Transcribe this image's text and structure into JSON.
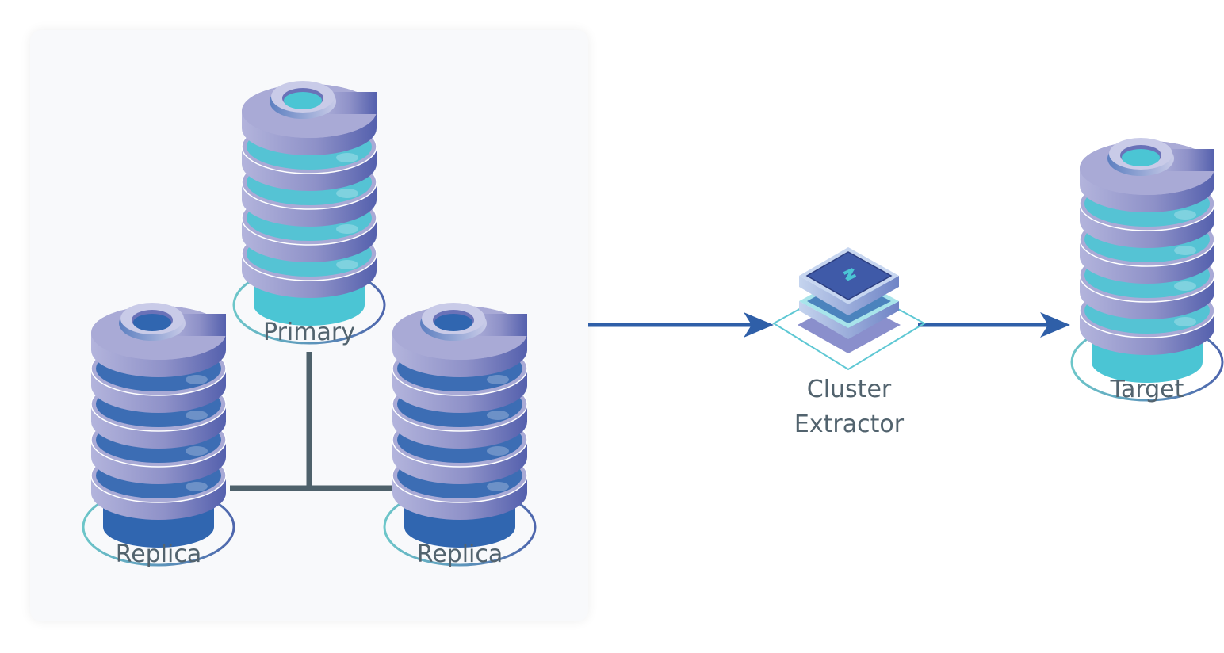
{
  "diagram": {
    "cluster": {
      "nodes": [
        {
          "role": "primary",
          "label": "Primary"
        },
        {
          "role": "replica",
          "label": "Replica"
        },
        {
          "role": "replica",
          "label": "Replica"
        }
      ]
    },
    "extractor": {
      "label_line1": "Cluster",
      "label_line2": "Extractor"
    },
    "target": {
      "label": "Target"
    },
    "flow": [
      "Cluster",
      "Cluster Extractor",
      "Target"
    ],
    "colors": {
      "disk_purple": "#a9aad6",
      "disk_dark": "#5561ad",
      "primary_core": "#4bc5d4",
      "replica_core": "#3066b0",
      "arrow": "#2f5fa8",
      "connector": "#4e616b",
      "label_text": "#52636e",
      "panel_bg": "#f8f9fb"
    }
  }
}
